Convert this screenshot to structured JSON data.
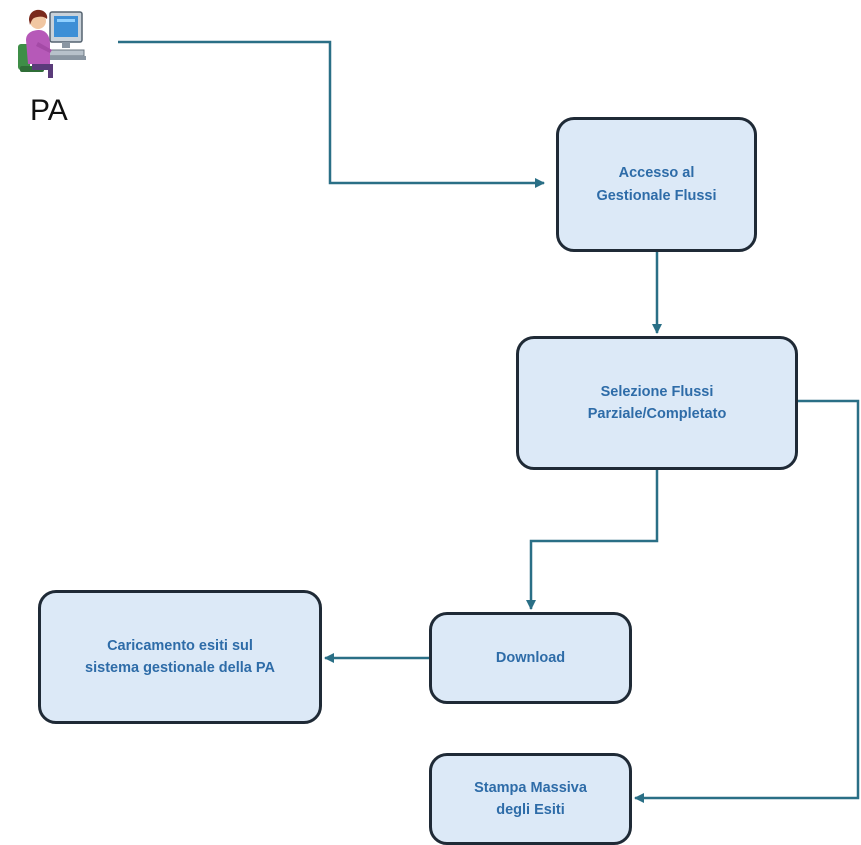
{
  "colors": {
    "box_fill": "#dce9f7",
    "box_border": "#1f2a36",
    "box_text": "#2e6ca8",
    "connector": "#2a6f86"
  },
  "actor": {
    "icon": "person-at-computer-icon",
    "label": "PA"
  },
  "nodes": {
    "accesso": "Accesso al\nGestionale Flussi",
    "selezione": "Selezione Flussi\nParziale/Completato",
    "download": "Download",
    "caricamento": "Caricamento esiti sul\nsistema gestionale della PA",
    "stampa": "Stampa Massiva\ndegli Esiti"
  },
  "edges": [
    {
      "from": "PA",
      "to": "accesso"
    },
    {
      "from": "accesso",
      "to": "selezione"
    },
    {
      "from": "selezione",
      "to": "download"
    },
    {
      "from": "download",
      "to": "caricamento"
    },
    {
      "from": "selezione",
      "to": "stampa"
    }
  ]
}
